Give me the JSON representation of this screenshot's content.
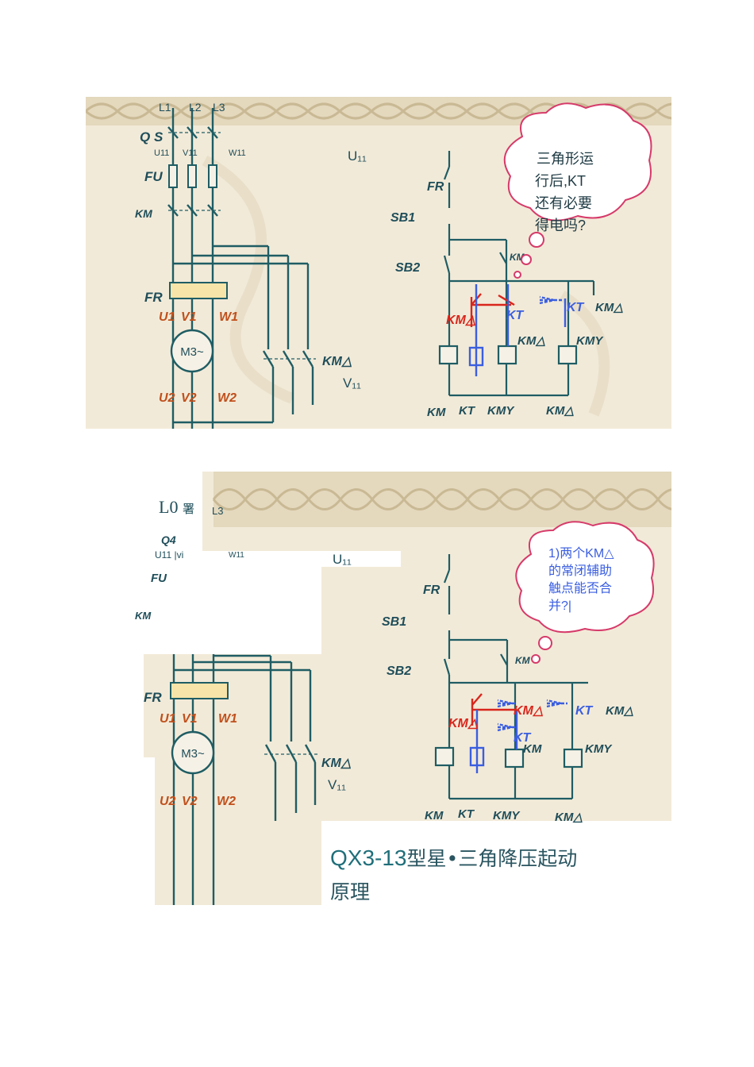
{
  "panel1": {
    "supply": [
      "L1",
      "L2",
      "L3"
    ],
    "qs": "Q S",
    "phase_top": [
      "U11",
      "V11",
      "W11"
    ],
    "fu": "FU",
    "km": "KM",
    "fr": "FR",
    "winding_top": [
      "U1",
      "V1",
      "W1"
    ],
    "motor": "M3~",
    "winding_bottom": [
      "U2",
      "V2",
      "W2"
    ],
    "km_delta": "KM△",
    "u11": "U₁₁",
    "v11": "V₁₁",
    "ctrl_fr": "FR",
    "sb1": "SB1",
    "sb2": "SB2",
    "km_aux": "KM",
    "km_delta_red": "KM△",
    "kt_contact": "KT",
    "kt_right": "KT",
    "km_delta_right": "KM△",
    "km_y_lower": "KM△",
    "kmy_lower": "KMY",
    "coils": [
      "KM",
      "KT",
      "KMY",
      "KM△"
    ],
    "bubble": [
      "三角形运",
      "行后,KT",
      "还有必要",
      "得电吗?"
    ]
  },
  "panel2": {
    "lo": "L0",
    "lo_char": "署",
    "l3": "L3",
    "q4": "Q4",
    "u11vi": "U11 |vi",
    "w11": "W11",
    "fu": "FU",
    "km": "KM",
    "fr": "FR",
    "winding_top": [
      "U1",
      "V1",
      "W1"
    ],
    "motor": "M3~",
    "winding_bottom": [
      "U2",
      "V2",
      "W2"
    ],
    "km_delta": "KM△",
    "u11": "U₁₁",
    "v11": "V₁₁",
    "ctrl_fr": "FR",
    "sb1": "SB1",
    "sb2": "SB2",
    "km_aux": "KM",
    "km_delta_red": "KM△",
    "km_delta_red2": "KM△",
    "kt_contact": "KT",
    "kt_right": "KT",
    "km_delta_right": "KM△",
    "km_lower": "KM",
    "kmy_lower": "KMY",
    "coils": [
      "KM",
      "KT",
      "KMY",
      "KM△"
    ],
    "bubble": [
      "1)两个KM△",
      "的常闭辅助",
      "触点能否合",
      "并?|"
    ]
  },
  "caption": {
    "model": "QX3-13",
    "text_line1": "型星•三角降压起动",
    "text_line2": "原理"
  },
  "colors": {
    "wire": "#1f5d64",
    "red_contact": "#d9261c",
    "blue_contact": "#3a5ee0",
    "background": "#f2ead8",
    "border_band": "#d9ccb0",
    "label_orange": "#c0501c"
  }
}
